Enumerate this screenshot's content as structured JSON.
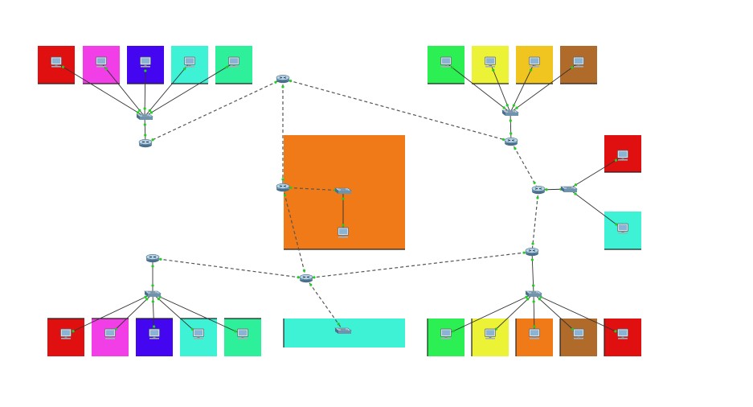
{
  "colors": {
    "background": "#ffffff",
    "dashed_link": "#555555",
    "solid_link": "#333333",
    "link_endpoint": "#22cc22",
    "zone_border": "#222222",
    "red": "#e01010",
    "magenta": "#f23ee6",
    "blue": "#4406f0",
    "cyan": "#3ef2d6",
    "mint": "#2ff09a",
    "green": "#2cf053",
    "yellow": "#ecf235",
    "gold": "#f0c520",
    "brown": "#b06a29",
    "orange": "#f07a18"
  },
  "zones": [
    {
      "id": "z1",
      "color": "red"
    },
    {
      "id": "z2",
      "color": "magenta"
    },
    {
      "id": "z3",
      "color": "blue"
    },
    {
      "id": "z4",
      "color": "cyan"
    },
    {
      "id": "z5",
      "color": "mint"
    },
    {
      "id": "z6",
      "color": "green"
    },
    {
      "id": "z7",
      "color": "yellow"
    },
    {
      "id": "z8",
      "color": "gold"
    },
    {
      "id": "z9",
      "color": "brown"
    },
    {
      "id": "z10",
      "color": "orange"
    },
    {
      "id": "z11",
      "color": "red"
    },
    {
      "id": "z12",
      "color": "cyan"
    },
    {
      "id": "z13",
      "color": "red"
    },
    {
      "id": "z14",
      "color": "magenta"
    },
    {
      "id": "z15",
      "color": "blue"
    },
    {
      "id": "z16",
      "color": "cyan"
    },
    {
      "id": "z17",
      "color": "mint"
    },
    {
      "id": "z18",
      "color": "cyan"
    },
    {
      "id": "z19",
      "color": "green"
    },
    {
      "id": "z20",
      "color": "yellow"
    },
    {
      "id": "z21",
      "color": "orange"
    },
    {
      "id": "z22",
      "color": "brown"
    },
    {
      "id": "z23",
      "color": "red"
    }
  ],
  "devices": [
    {
      "id": "r1",
      "type": "router",
      "icon": "router-icon"
    },
    {
      "id": "r2",
      "type": "router",
      "icon": "router-icon"
    },
    {
      "id": "r3",
      "type": "router",
      "icon": "router-icon"
    },
    {
      "id": "r4",
      "type": "router",
      "icon": "router-icon"
    },
    {
      "id": "r5",
      "type": "router",
      "icon": "router-icon"
    },
    {
      "id": "r6",
      "type": "router",
      "icon": "router-icon"
    },
    {
      "id": "r7",
      "type": "router",
      "icon": "router-icon"
    },
    {
      "id": "r8",
      "type": "router",
      "icon": "router-icon"
    },
    {
      "id": "s1",
      "type": "switch",
      "icon": "switch-icon"
    },
    {
      "id": "s2",
      "type": "switch",
      "icon": "switch-icon"
    },
    {
      "id": "s3",
      "type": "switch",
      "icon": "switch-icon"
    },
    {
      "id": "s4",
      "type": "switch",
      "icon": "switch-icon"
    },
    {
      "id": "s5",
      "type": "switch",
      "icon": "switch-icon"
    },
    {
      "id": "s6",
      "type": "switch",
      "icon": "switch-icon"
    },
    {
      "id": "s7",
      "type": "switch",
      "icon": "switch-icon"
    },
    {
      "id": "p1",
      "type": "pc",
      "icon": "pc-icon"
    },
    {
      "id": "p2",
      "type": "pc",
      "icon": "pc-icon"
    },
    {
      "id": "p3",
      "type": "pc",
      "icon": "pc-icon"
    },
    {
      "id": "p4",
      "type": "pc",
      "icon": "pc-icon"
    },
    {
      "id": "p5",
      "type": "pc",
      "icon": "pc-icon"
    },
    {
      "id": "p6",
      "type": "pc",
      "icon": "pc-icon"
    },
    {
      "id": "p7",
      "type": "pc",
      "icon": "pc-icon"
    },
    {
      "id": "p8",
      "type": "pc",
      "icon": "pc-icon"
    },
    {
      "id": "p9",
      "type": "pc",
      "icon": "pc-icon"
    },
    {
      "id": "p10",
      "type": "pc",
      "icon": "pc-icon"
    },
    {
      "id": "p11",
      "type": "pc",
      "icon": "pc-icon"
    },
    {
      "id": "p12",
      "type": "pc",
      "icon": "pc-icon"
    },
    {
      "id": "p13",
      "type": "pc",
      "icon": "pc-icon"
    },
    {
      "id": "p14",
      "type": "pc",
      "icon": "pc-icon"
    },
    {
      "id": "p15",
      "type": "pc",
      "icon": "pc-icon"
    },
    {
      "id": "p16",
      "type": "pc",
      "icon": "pc-icon"
    },
    {
      "id": "p17",
      "type": "pc",
      "icon": "pc-icon"
    },
    {
      "id": "p18",
      "type": "pc",
      "icon": "pc-icon"
    },
    {
      "id": "p19",
      "type": "pc",
      "icon": "pc-icon"
    },
    {
      "id": "p20",
      "type": "pc",
      "icon": "pc-icon"
    },
    {
      "id": "p21",
      "type": "pc",
      "icon": "pc-icon"
    },
    {
      "id": "p22",
      "type": "pc",
      "icon": "pc-icon"
    }
  ],
  "links": [
    {
      "from": "r2",
      "to": "r1",
      "style": "dashed"
    },
    {
      "from": "r2",
      "to": "r4",
      "style": "dashed"
    },
    {
      "from": "r2",
      "to": "r3",
      "style": "dashed"
    },
    {
      "from": "r4",
      "to": "r5",
      "style": "dashed"
    },
    {
      "from": "r5",
      "to": "r7",
      "style": "dashed"
    },
    {
      "from": "r7",
      "to": "r8",
      "style": "dashed"
    },
    {
      "from": "r8",
      "to": "r6",
      "style": "dashed"
    },
    {
      "from": "r3",
      "to": "r8",
      "style": "dashed"
    },
    {
      "from": "r8",
      "to": "s5",
      "style": "dashed"
    },
    {
      "from": "r3",
      "to": "s2",
      "style": "dashed"
    },
    {
      "from": "r1",
      "to": "s1",
      "style": "solid"
    },
    {
      "from": "r4",
      "to": "s3",
      "style": "solid"
    },
    {
      "from": "r5",
      "to": "s4",
      "style": "solid"
    },
    {
      "from": "r6",
      "to": "s6",
      "style": "solid"
    },
    {
      "from": "r7",
      "to": "s7",
      "style": "solid"
    },
    {
      "from": "s1",
      "to": "p1",
      "style": "solid"
    },
    {
      "from": "s1",
      "to": "p2",
      "style": "solid"
    },
    {
      "from": "s1",
      "to": "p3",
      "style": "solid"
    },
    {
      "from": "s1",
      "to": "p4",
      "style": "solid"
    },
    {
      "from": "s1",
      "to": "p5",
      "style": "solid"
    },
    {
      "from": "s3",
      "to": "p6",
      "style": "solid"
    },
    {
      "from": "s3",
      "to": "p7",
      "style": "solid"
    },
    {
      "from": "s3",
      "to": "p8",
      "style": "solid"
    },
    {
      "from": "s3",
      "to": "p9",
      "style": "solid"
    },
    {
      "from": "s2",
      "to": "p10",
      "style": "solid"
    },
    {
      "from": "s4",
      "to": "p11",
      "style": "solid"
    },
    {
      "from": "s4",
      "to": "p12",
      "style": "solid"
    },
    {
      "from": "s6",
      "to": "p13",
      "style": "solid"
    },
    {
      "from": "s6",
      "to": "p14",
      "style": "solid"
    },
    {
      "from": "s6",
      "to": "p15",
      "style": "solid"
    },
    {
      "from": "s6",
      "to": "p16",
      "style": "solid"
    },
    {
      "from": "s6",
      "to": "p17",
      "style": "solid"
    },
    {
      "from": "s7",
      "to": "p18",
      "style": "solid"
    },
    {
      "from": "s7",
      "to": "p19",
      "style": "solid"
    },
    {
      "from": "s7",
      "to": "p20",
      "style": "solid"
    },
    {
      "from": "s7",
      "to": "p21",
      "style": "solid"
    },
    {
      "from": "s7",
      "to": "p22",
      "style": "solid"
    }
  ]
}
